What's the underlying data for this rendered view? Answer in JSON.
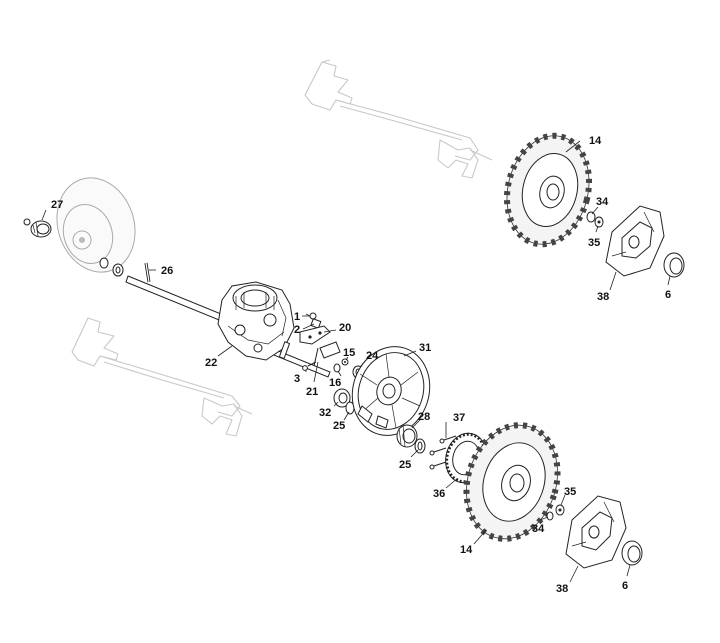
{
  "callouts": {
    "c14a": "14",
    "c34a": "34",
    "c35a": "35",
    "c38a": "38",
    "c6a": "6",
    "c27": "27",
    "c26": "26",
    "c22": "22",
    "c1": "1",
    "c2": "2",
    "c20": "20",
    "c3": "3",
    "c21": "21",
    "c15": "15",
    "c16": "16",
    "c24": "24",
    "c31": "31",
    "c32": "32",
    "c25a": "25",
    "c28": "28",
    "c37": "37",
    "c25b": "25",
    "c36": "36",
    "c14b": "14",
    "c35b": "35",
    "c34b": "34",
    "c38b": "38",
    "c6b": "6"
  }
}
